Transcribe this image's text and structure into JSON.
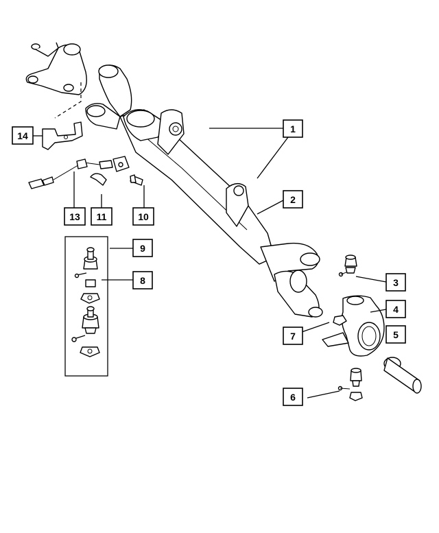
{
  "diagram": {
    "callouts": [
      {
        "id": "c1",
        "label": "1"
      },
      {
        "id": "c2",
        "label": "2"
      },
      {
        "id": "c3",
        "label": "3"
      },
      {
        "id": "c4",
        "label": "4"
      },
      {
        "id": "c5",
        "label": "5"
      },
      {
        "id": "c6",
        "label": "6"
      },
      {
        "id": "c7",
        "label": "7"
      },
      {
        "id": "c8",
        "label": "8"
      },
      {
        "id": "c9",
        "label": "9"
      },
      {
        "id": "c10",
        "label": "10"
      },
      {
        "id": "c11",
        "label": "11"
      },
      {
        "id": "c13",
        "label": "13"
      },
      {
        "id": "c14",
        "label": "14"
      }
    ]
  }
}
